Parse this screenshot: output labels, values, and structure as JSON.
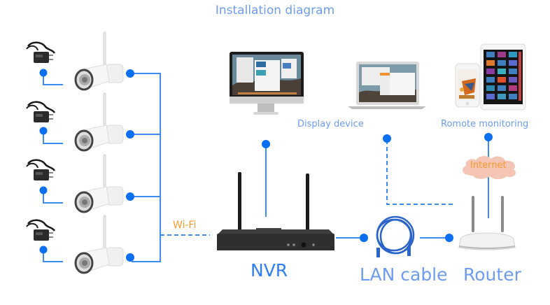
{
  "title": "Installation diagram",
  "labels": {
    "display_device": "Display device",
    "remote_monitoring": "Romote monitoring",
    "wifi": "Wi-Fi",
    "internet": "Internet",
    "nvr": "NVR",
    "lan_cable": "LAN cable",
    "router": "Router"
  },
  "devices": {
    "cameras": [
      {
        "name": "camera-1"
      },
      {
        "name": "camera-2"
      },
      {
        "name": "camera-3"
      },
      {
        "name": "camera-4"
      }
    ],
    "power_adapters": [
      {
        "name": "power-adapter-1"
      },
      {
        "name": "power-adapter-2"
      },
      {
        "name": "power-adapter-3"
      },
      {
        "name": "power-adapter-4"
      }
    ],
    "icons": {
      "camera": "bullet-camera-icon",
      "adapter": "power-adapter-icon",
      "monitor": "desktop-monitor-icon",
      "laptop": "laptop-icon",
      "phone": "smartphone-icon",
      "tablet": "tablet-icon",
      "nvr": "nvr-recorder-icon",
      "cable": "lan-cable-icon",
      "router": "router-icon",
      "cloud": "cloud-icon"
    }
  },
  "colors": {
    "line": "#3f8cf0",
    "dot": "#0a6ff0",
    "label": "#6d9cf1",
    "label_bold": "#2f7ef5",
    "accent_orange": "#f39a2a",
    "cloud": "#f4c4b4"
  }
}
